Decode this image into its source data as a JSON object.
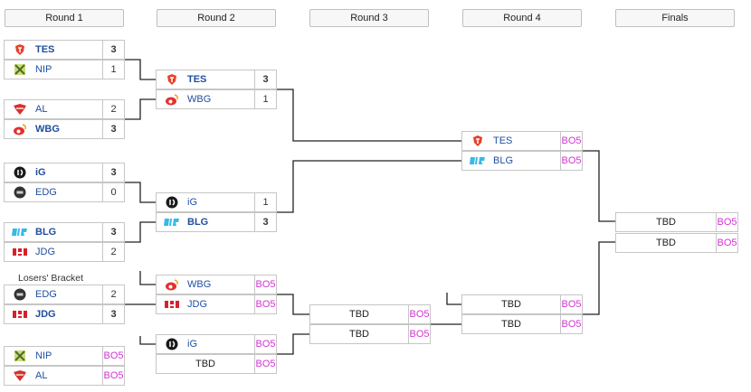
{
  "rounds": [
    "Round 1",
    "Round 2",
    "Round 3",
    "Round 4",
    "Finals"
  ],
  "losers_label": "Losers' Bracket",
  "slots": {
    "r1m1a": {
      "name": "TES",
      "score": "3",
      "win": true
    },
    "r1m1b": {
      "name": "NIP",
      "score": "1",
      "win": false
    },
    "r1m2a": {
      "name": "AL",
      "score": "2",
      "win": false
    },
    "r1m2b": {
      "name": "WBG",
      "score": "3",
      "win": true
    },
    "r1m3a": {
      "name": "iG",
      "score": "3",
      "win": true
    },
    "r1m3b": {
      "name": "EDG",
      "score": "0",
      "win": false
    },
    "r1m4a": {
      "name": "BLG",
      "score": "3",
      "win": true
    },
    "r1m4b": {
      "name": "JDG",
      "score": "2",
      "win": false
    },
    "r1m5a": {
      "name": "EDG",
      "score": "2",
      "win": false
    },
    "r1m5b": {
      "name": "JDG",
      "score": "3",
      "win": true
    },
    "r1m6a": {
      "name": "NIP",
      "score": "BO5"
    },
    "r1m6b": {
      "name": "AL",
      "score": "BO5"
    },
    "r2m1a": {
      "name": "TES",
      "score": "3",
      "win": true
    },
    "r2m1b": {
      "name": "WBG",
      "score": "1",
      "win": false
    },
    "r2m2a": {
      "name": "iG",
      "score": "1",
      "win": false
    },
    "r2m2b": {
      "name": "BLG",
      "score": "3",
      "win": true
    },
    "r2m3a": {
      "name": "WBG",
      "score": "BO5"
    },
    "r2m3b": {
      "name": "JDG",
      "score": "BO5"
    },
    "r2m4a": {
      "name": "iG",
      "score": "BO5"
    },
    "r2m4b": {
      "name": "TBD",
      "score": "BO5"
    },
    "r3m1a": {
      "name": "TBD",
      "score": "BO5"
    },
    "r3m1b": {
      "name": "TBD",
      "score": "BO5"
    },
    "r4m1a": {
      "name": "TES",
      "score": "BO5"
    },
    "r4m1b": {
      "name": "BLG",
      "score": "BO5"
    },
    "r4m2a": {
      "name": "TBD",
      "score": "BO5"
    },
    "r4m2b": {
      "name": "TBD",
      "score": "BO5"
    },
    "f1a": {
      "name": "TBD",
      "score": "BO5"
    },
    "f1b": {
      "name": "TBD",
      "score": "BO5"
    }
  }
}
